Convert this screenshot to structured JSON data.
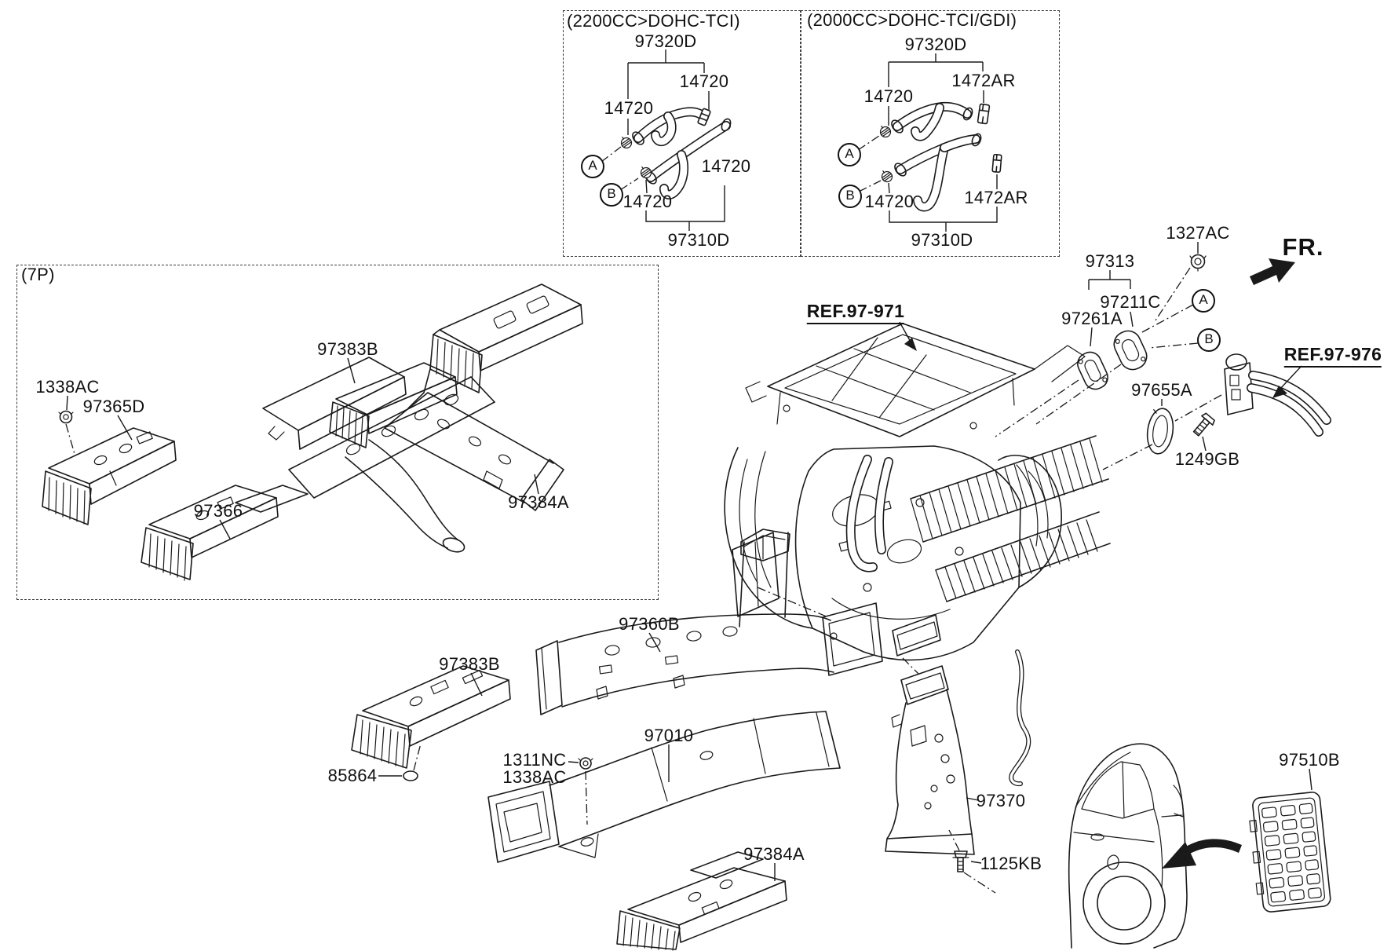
{
  "boxes": {
    "b2200": "(2200CC>DOHC-TCI)",
    "b2000": "(2000CC>DOHC-TCI/GDI)",
    "b7p": "(7P)"
  },
  "direction": {
    "fr": "FR."
  },
  "refs": {
    "r971": "REF.97-971",
    "r976": "REF.97-976"
  },
  "markers": {
    "a": "A",
    "b": "B"
  },
  "parts": {
    "p97320d": "97320D",
    "p14720": "14720",
    "p1472ar": "1472AR",
    "p97310d": "97310D",
    "p1338ac": "1338AC",
    "p97365d": "97365D",
    "p97383b": "97383B",
    "p97366": "97366",
    "p97384a": "97384A",
    "p97360b": "97360B",
    "p97010": "97010",
    "p1311nc": "1311NC",
    "p85864": "85864",
    "p97370": "97370",
    "p1125kb": "1125KB",
    "p97510b": "97510B",
    "p97313": "97313",
    "p97211c": "97211C",
    "p97261a": "97261A",
    "p1327ac": "1327AC",
    "p97655a": "97655A",
    "p1249gb": "1249GB"
  },
  "colors": {
    "line": "#1a1a1a",
    "background": "#ffffff"
  }
}
